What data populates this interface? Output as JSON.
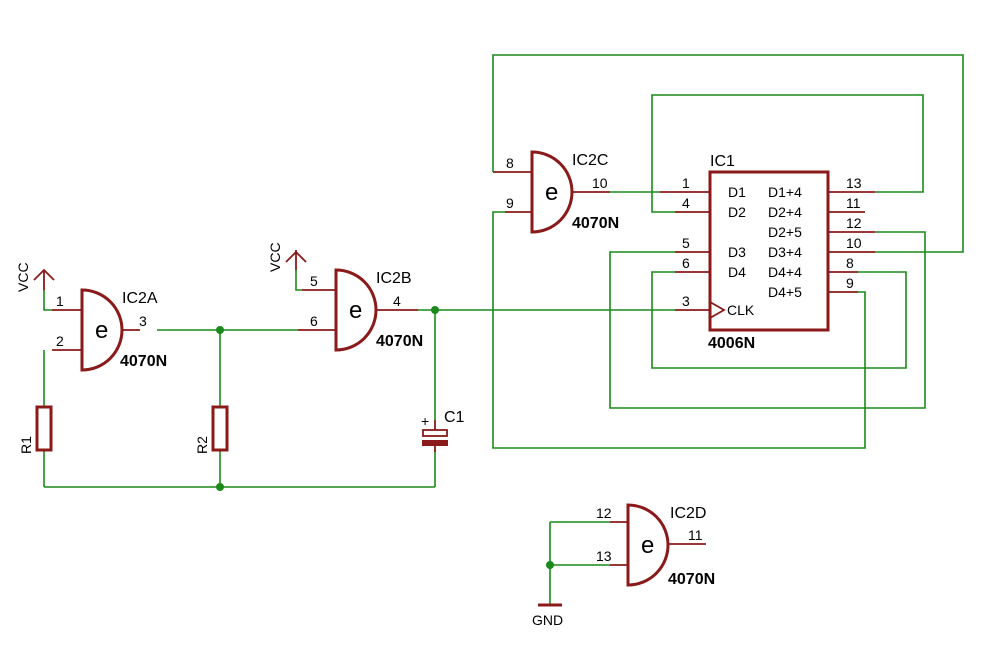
{
  "gates": {
    "ic2a": {
      "name": "IC2A",
      "value": "4070N",
      "glyph": "e",
      "pin_a": "1",
      "pin_b": "2",
      "pin_out": "3"
    },
    "ic2b": {
      "name": "IC2B",
      "value": "4070N",
      "glyph": "e",
      "pin_a": "5",
      "pin_b": "6",
      "pin_out": "4"
    },
    "ic2c": {
      "name": "IC2C",
      "value": "4070N",
      "glyph": "e",
      "pin_a": "8",
      "pin_b": "9",
      "pin_out": "10"
    },
    "ic2d": {
      "name": "IC2D",
      "value": "4070N",
      "glyph": "e",
      "pin_a": "12",
      "pin_b": "13",
      "pin_out": "11"
    }
  },
  "ic1": {
    "name": "IC1",
    "value": "4006N",
    "left_pins": [
      {
        "num": "1",
        "label": "D1"
      },
      {
        "num": "4",
        "label": "D2"
      },
      {
        "num": "5",
        "label": "D3"
      },
      {
        "num": "6",
        "label": "D4"
      },
      {
        "num": "3",
        "label": "CLK"
      }
    ],
    "right_pins": [
      {
        "num": "13",
        "label": "D1+4"
      },
      {
        "num": "11",
        "label": "D2+4"
      },
      {
        "num": "12",
        "label": "D2+5"
      },
      {
        "num": "10",
        "label": "D3+4"
      },
      {
        "num": "8",
        "label": "D4+4"
      },
      {
        "num": "9",
        "label": "D4+5"
      }
    ]
  },
  "resistors": [
    {
      "name": "R1"
    },
    {
      "name": "R2"
    }
  ],
  "capacitor": {
    "name": "C1",
    "polarity": "+"
  },
  "power": {
    "vcc_1": "VCC",
    "vcc_2": "VCC",
    "gnd": "GND"
  },
  "colors": {
    "wire": "#1a8a1a",
    "component": "#8b1a1a",
    "text": "#000000"
  }
}
